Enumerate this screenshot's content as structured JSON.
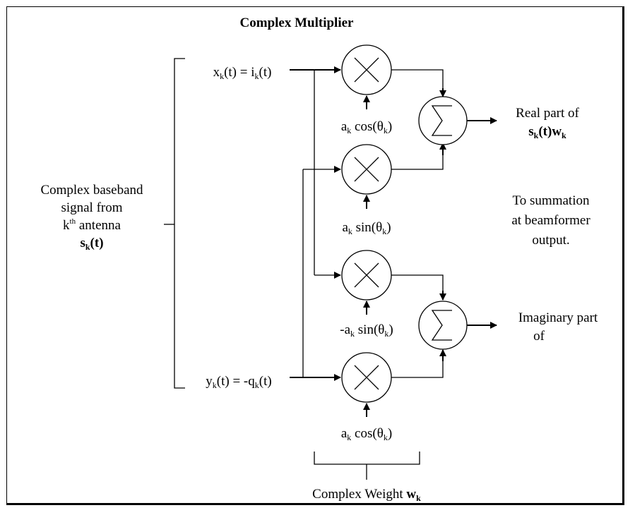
{
  "title": "Complex Multiplier",
  "input": {
    "line1": "Complex baseband",
    "line2": "signal from",
    "line3_k": "k",
    "line3_sup": "th",
    "line3_rest": " antenna",
    "signal_s": "s",
    "signal_sub": "k",
    "signal_t": "(t)"
  },
  "x_label": {
    "x": "x",
    "k1": "k",
    "mid": "(t) = i",
    "k2": "k",
    "end": "(t)"
  },
  "y_label": {
    "y": "y",
    "k1": "k",
    "mid": "(t) = -q",
    "k2": "k",
    "end": "(t)"
  },
  "weights": [
    {
      "a": "a",
      "k": "k",
      "fn": " cos(θ",
      "k2": "k",
      "close": ")"
    },
    {
      "a": "a",
      "k": "k",
      "fn": " sin(θ",
      "k2": "k",
      "close": ")"
    },
    {
      "a": "-a",
      "k": "k",
      "fn": " sin(θ",
      "k2": "k",
      "close": ")"
    },
    {
      "a": "a",
      "k": "k",
      "fn": " cos(θ",
      "k2": "k",
      "close": ")"
    }
  ],
  "real_out": {
    "line1": "Real part of",
    "s": "s",
    "k1": "k",
    "t": "(t)w",
    "k2": "k"
  },
  "summation_note": [
    "To summation",
    "at beamformer",
    "output."
  ],
  "imag_out": {
    "line1": "Imaginary part",
    "line2": "of"
  },
  "weight_label": {
    "text": "Complex Weight ",
    "w": "w",
    "k": "k"
  },
  "symbols": {
    "multiply": "multiply-icon",
    "sum": "sigma-icon"
  }
}
